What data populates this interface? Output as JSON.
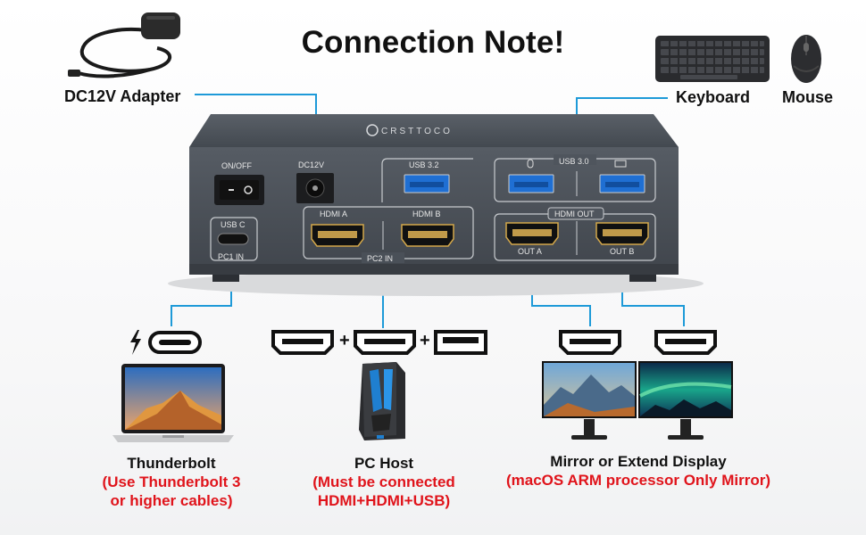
{
  "title": "Connection Note!",
  "labels": {
    "adapter": "DC12V Adapter",
    "keyboard": "Keyboard",
    "mouse": "Mouse"
  },
  "device": {
    "brand": "CRSTTOCO",
    "power_switch": "ON/OFF",
    "dc_port": "DC12V",
    "usb32": "USB 3.2",
    "usb30": "USB 3.0",
    "hdmi_a": "HDMI A",
    "hdmi_b": "HDMI B",
    "hdmi_out": "HDMI OUT",
    "out_a": "OUT A",
    "out_b": "OUT B",
    "usb_c": "USB C",
    "pc1_in": "PC1 IN",
    "pc2_in": "PC2 IN"
  },
  "connectors": {
    "plus_1": "+",
    "plus_2": "+"
  },
  "captions": {
    "thunderbolt_title": "Thunderbolt",
    "thunderbolt_note_1": "(Use Thunderbolt 3",
    "thunderbolt_note_2": "or higher cables)",
    "pc_title": "PC Host",
    "pc_note_1": "(Must be connected",
    "pc_note_2": "HDMI+HDMI+USB)",
    "display_title": "Mirror or Extend Display",
    "display_note": "(macOS ARM processor Only Mirror)"
  },
  "colors": {
    "accent_line": "#1e9ad8",
    "note_red": "#e0141b",
    "device_body": "#4c525a"
  }
}
